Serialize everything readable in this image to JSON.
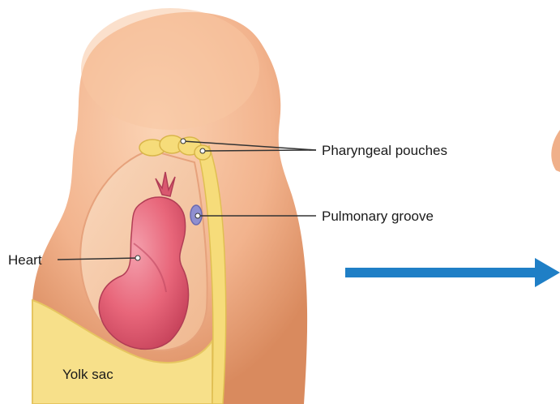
{
  "labels": {
    "pharyngeal_pouches": "Pharyngeal pouches",
    "pulmonary_groove": "Pulmonary groove",
    "heart": "Heart",
    "yolk_sac": "Yolk sac"
  },
  "colors": {
    "embryo_skin": "#f0b08a",
    "embryo_shadow": "#d98a5e",
    "inner_cavity": "#f6c9a6",
    "endoderm_yellow": "#f6dc7a",
    "yolk_sac": "#f7e08a",
    "heart": "#e8667a",
    "heart_dark": "#c9455d",
    "pulmonary_groove": "#8f8fd0",
    "arrow": "#1f7fc6",
    "leader_line": "#333333"
  },
  "icons": {
    "arrow": "right-arrow-icon"
  }
}
